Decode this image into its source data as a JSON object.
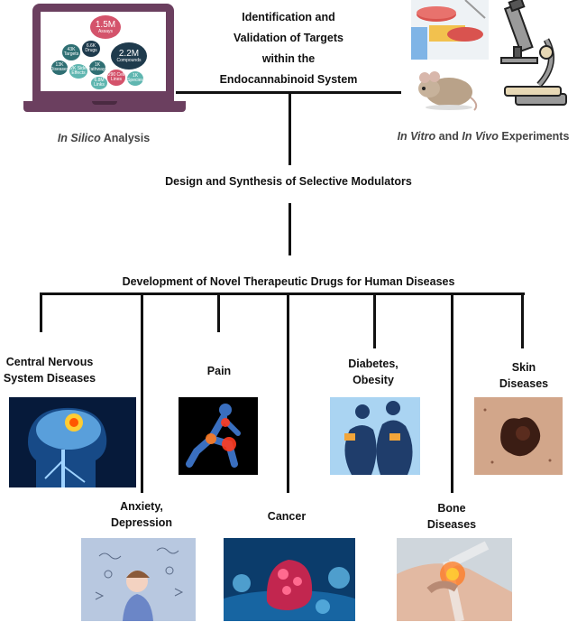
{
  "title_lines": [
    "Identification and",
    "Validation of Targets",
    "within the",
    "Endocannabinoid System"
  ],
  "in_silico": {
    "prefix": "In Silico",
    "suffix": "Analysis",
    "bubbles": [
      {
        "main": "1.5M",
        "sub": "Assays"
      },
      {
        "main": "2.2M",
        "sub": "Compounds"
      },
      {
        "main": "",
        "sub": "43K Targets"
      },
      {
        "main": "",
        "sub": "6.6K Drugs"
      },
      {
        "main": "",
        "sub": "13K Diseases"
      },
      {
        "main": "",
        "sub": "2K Side Effects"
      },
      {
        "main": "",
        "sub": "1K Pathways"
      },
      {
        "main": "",
        "sub": "290 Cell Lines"
      },
      {
        "main": "",
        "sub": "6.8M Links"
      },
      {
        "main": "",
        "sub": "1K Species"
      }
    ]
  },
  "experiments": {
    "prefix": "In Vitro",
    "middle": "and",
    "middle_italic": "In Vivo",
    "suffix": "Experiments"
  },
  "design": "Design and Synthesis of Selective Modulators",
  "development": "Development of Novel Therapeutic Drugs for Human Diseases",
  "diseases": {
    "cns": [
      "Central Nervous",
      "System Diseases"
    ],
    "pain": "Pain",
    "diabetes": [
      "Diabetes,",
      "Obesity"
    ],
    "skin": [
      "Skin",
      "Diseases"
    ],
    "anxiety": [
      "Anxiety,",
      "Depression"
    ],
    "cancer": "Cancer",
    "bone": [
      "Bone",
      "Diseases"
    ]
  },
  "colors": {
    "laptop": "#6b3f5f",
    "bubble_red": "#d4536b",
    "bubble_teal": "#2f6f73",
    "bubble_dark": "#1f3b4d",
    "bubble_light": "#5fb6b0"
  }
}
